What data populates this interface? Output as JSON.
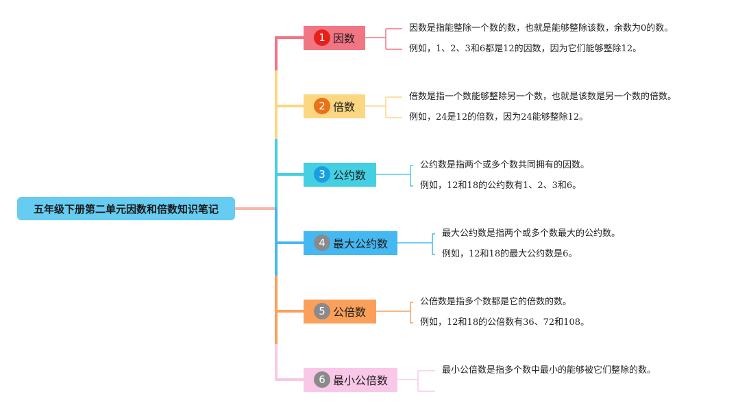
{
  "root": {
    "label": "五年级下册第二单元因数和倍数知识笔记",
    "color": "#66ccf2",
    "connector_color": "#f5b8ad"
  },
  "branches": [
    {
      "index": "1",
      "label": "因数",
      "color": "#f27584",
      "badge_color": "#e8201a",
      "notes": [
        "因数是指能整除一个数的数，也就是能够整除该数，余数为0的数。",
        "例如，1、2、3和6都是12的因数，因为它们能够整除12。"
      ]
    },
    {
      "index": "2",
      "label": "倍数",
      "color": "#fcd680",
      "badge_color": "#e8721a",
      "notes": [
        "倍数是指一个数能够整除另一个数，也就是该数是另一个数的倍数。",
        "例如，24是12的倍数，因为24能够整除12。"
      ]
    },
    {
      "index": "3",
      "label": "公约数",
      "color": "#45cfe3",
      "badge_color": "#1a9ee0",
      "notes": [
        "公约数是指两个或多个数共同拥有的因数。",
        "例如，12和18的公约数有1、2、3和6。"
      ]
    },
    {
      "index": "4",
      "label": "最大公约数",
      "color": "#45b8f2",
      "badge_color": "#8a8a8a",
      "notes": [
        "最大公约数是指两个或多个数最大的公约数。",
        "例如，12和18的最大公约数是6。"
      ]
    },
    {
      "index": "5",
      "label": "公倍数",
      "color": "#faa05a",
      "badge_color": "#8a8a8a",
      "notes": [
        "公倍数是指多个数都是它的倍数的数。",
        "例如，12和18的公倍数有36、72和108。"
      ]
    },
    {
      "index": "6",
      "label": "最小公倍数",
      "color": "#f9c8e8",
      "badge_color": "#8a8a8a",
      "notes": [
        "最小公倍数是指多个数中最小的能够被它们整除的数。"
      ]
    }
  ]
}
